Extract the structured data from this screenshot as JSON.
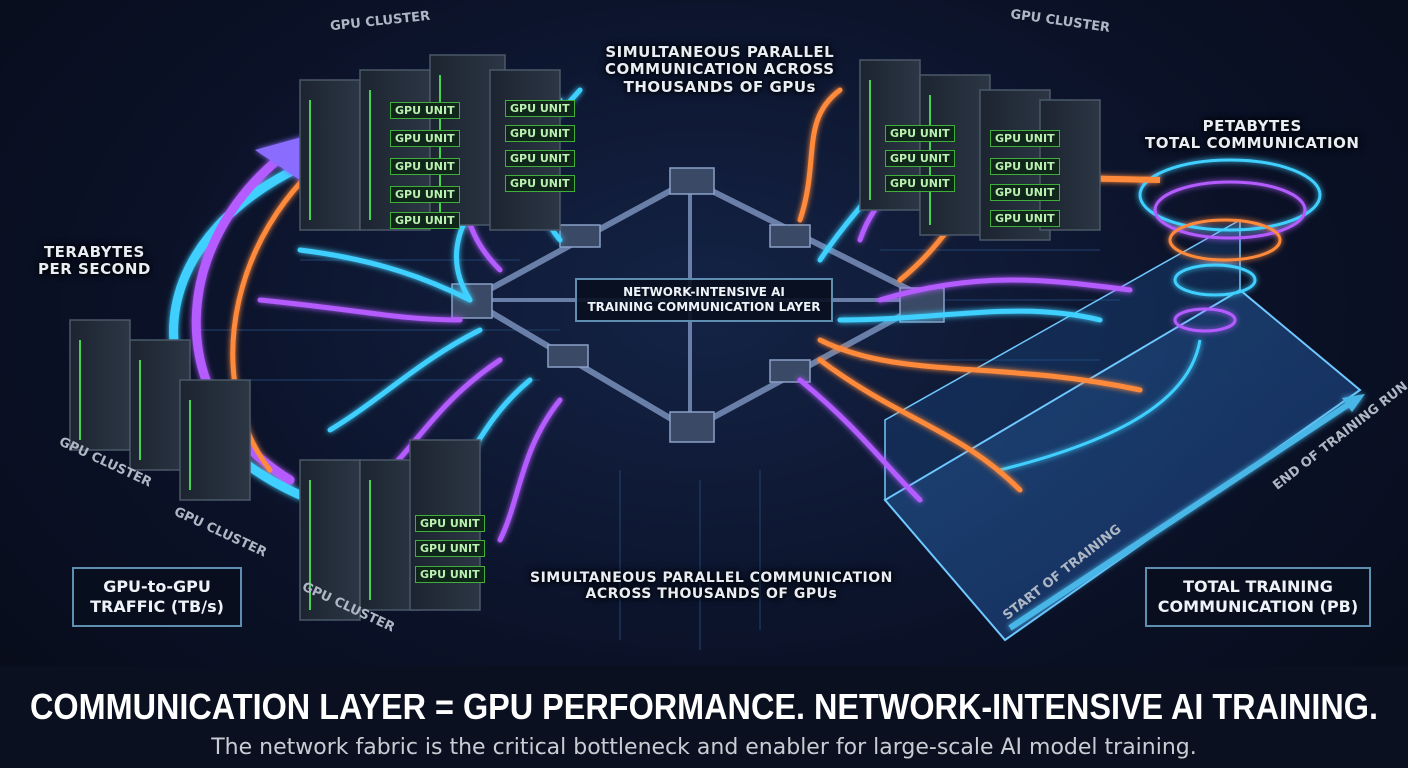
{
  "labels": {
    "gpu_cluster": "GPU CLUSTER",
    "gpu_unit": "GPU UNIT",
    "top_center": [
      "SIMULTANEOUS PARALLEL",
      "COMMUNICATION ACROSS",
      "THOUSANDS OF GPUs"
    ],
    "petabytes": [
      "PETABYTES",
      "TOTAL COMMUNICATION"
    ],
    "terabytes": [
      "TERABYTES",
      "PER SECOND"
    ],
    "center_box": [
      "NETWORK-INTENSIVE AI",
      "TRAINING COMMUNICATION LAYER"
    ],
    "traffic_box": [
      "GPU-to-GPU",
      "TRAFFIC (TB/s)"
    ],
    "bottom_center": [
      "SIMULTANEOUS PARALLEL COMMUNICATION",
      "ACROSS THOUSANDS OF GPUs"
    ],
    "total_box": [
      "TOTAL TRAINING",
      "COMMUNICATION (PB)"
    ],
    "start": "START OF TRAINING",
    "end": "END OF TRAINING RUN"
  },
  "footer": {
    "title": "COMMUNICATION LAYER = GPU PERFORMANCE. NETWORK-INTENSIVE AI TRAINING.",
    "subtitle": "The network fabric is the critical bottleneck and enabler for large-scale AI model training."
  },
  "colors": {
    "cyan": "#3fd0ff",
    "purple": "#b45cff",
    "orange": "#ff8a3a",
    "green": "#4cff5a"
  }
}
